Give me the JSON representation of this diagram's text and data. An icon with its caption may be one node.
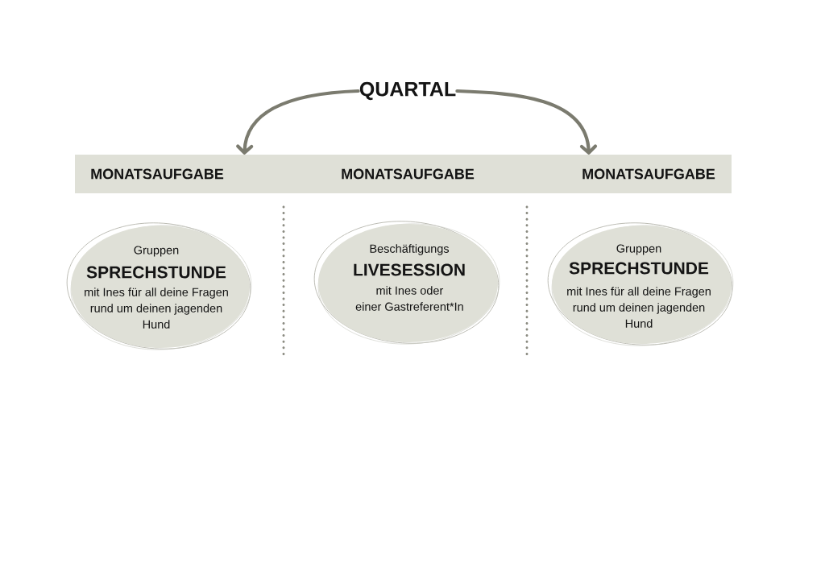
{
  "diagram": {
    "nodes": [
      {
        "text": [
          "QUARTAL"
        ]
      },
      {
        "text": [],
        "shape": "bar"
      },
      {
        "text": [
          "MONATSAUFGABE"
        ],
        "in": 1
      },
      {
        "text": [
          "MONATSAUFGABE"
        ],
        "in": 1
      },
      {
        "text": [
          "MONATSAUFGABE"
        ],
        "in": 1
      },
      {
        "text": [
          "Gruppen",
          "SPRECHSTUNDE",
          "mit Ines für all deine Fragen rund um deinen jagenden Hund"
        ]
      },
      {
        "text": [
          "Beschäftigungs",
          "LIVESESSION",
          "mit Ines oder einer Gastreferent*In"
        ]
      },
      {
        "text": [
          "Gruppen",
          "SPRECHSTUNDE",
          "mit Ines für all deine Fragen rund um deinen jagenden Hund"
        ]
      }
    ],
    "edges": [
      {
        "from": 0,
        "to": 1,
        "arrow": "to"
      },
      {
        "from": 0,
        "to": 1,
        "arrow": "to"
      }
    ]
  }
}
